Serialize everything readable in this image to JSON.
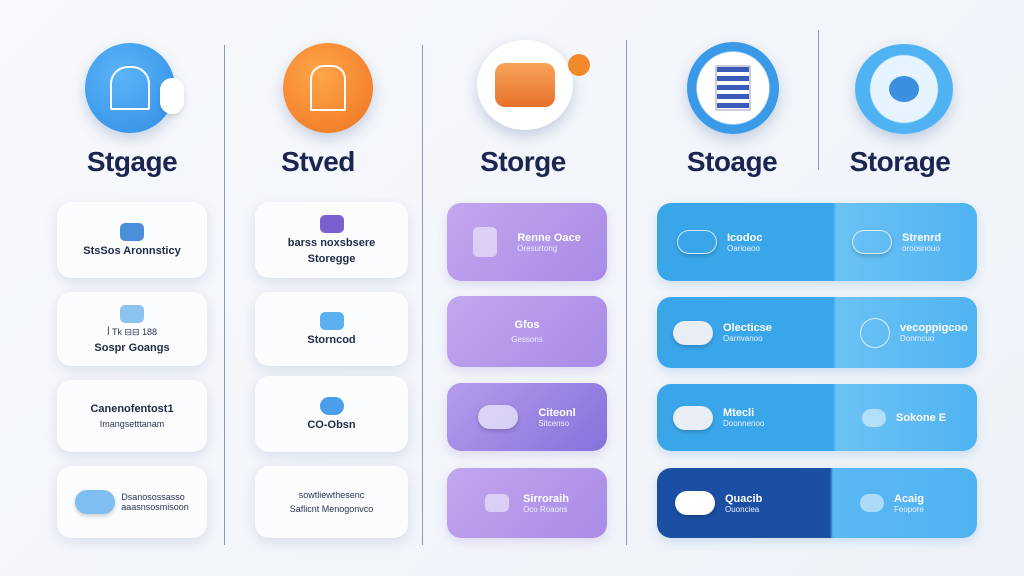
{
  "columns": [
    {
      "title": "Stgage",
      "cards": [
        {
          "line1": "StsSos Aronnsticy",
          "line2": ""
        },
        {
          "line1": "ꟾ Tk ⊟⊟ 188",
          "line2": "Sospr Goangs"
        },
        {
          "line1": "Canenofentost1",
          "line2": "Imangsetttanam"
        },
        {
          "line1": "Dsanosossasso",
          "line2": "aaasnsosmisoon"
        }
      ]
    },
    {
      "title": "Stved",
      "cards": [
        {
          "line1": "barss noxsbsere",
          "line2": "Storegge"
        },
        {
          "line1": "Storncod",
          "line2": ""
        },
        {
          "line1": "CO-Obsn",
          "line2": ""
        },
        {
          "line1": "sowtliewthesenc",
          "line2": "Saflicnt Menogonvco"
        }
      ]
    },
    {
      "title": "Storge",
      "cards": [
        {
          "line1": "Renne Oace",
          "line2": "Oresurtong"
        },
        {
          "line1": "Gfos",
          "line2": "Gessons"
        },
        {
          "line1": "Citeonl",
          "line2": "Sitcenso"
        },
        {
          "line1": "Sirroraih",
          "line2": "Oco Roaons"
        }
      ]
    },
    {
      "title": "Stoage",
      "cards": [
        {
          "line1": "Icodoc",
          "line2": "Oarioaoo"
        },
        {
          "line1": "Olecticse",
          "line2": "Oarnvanoo"
        },
        {
          "line1": "Mtecli",
          "line2": "Doonnenoo"
        },
        {
          "line1": "Quacib",
          "line2": "Ouonciea"
        }
      ]
    },
    {
      "title": "Storage",
      "cards": [
        {
          "line1": "Strenrd",
          "line2": "oroosnouo"
        },
        {
          "line1": "vecoppigcoo",
          "line2": "Donmcuo"
        },
        {
          "line1": "Sokone E",
          "line2": ""
        },
        {
          "line1": "Acaig",
          "line2": "Feopore"
        }
      ]
    }
  ],
  "colors": {
    "navy": "#1c2552",
    "purple": "#b197ea",
    "blue": "#3aa6ea",
    "dark_blue": "#1b4fa3",
    "orange": "#f28a2a"
  }
}
